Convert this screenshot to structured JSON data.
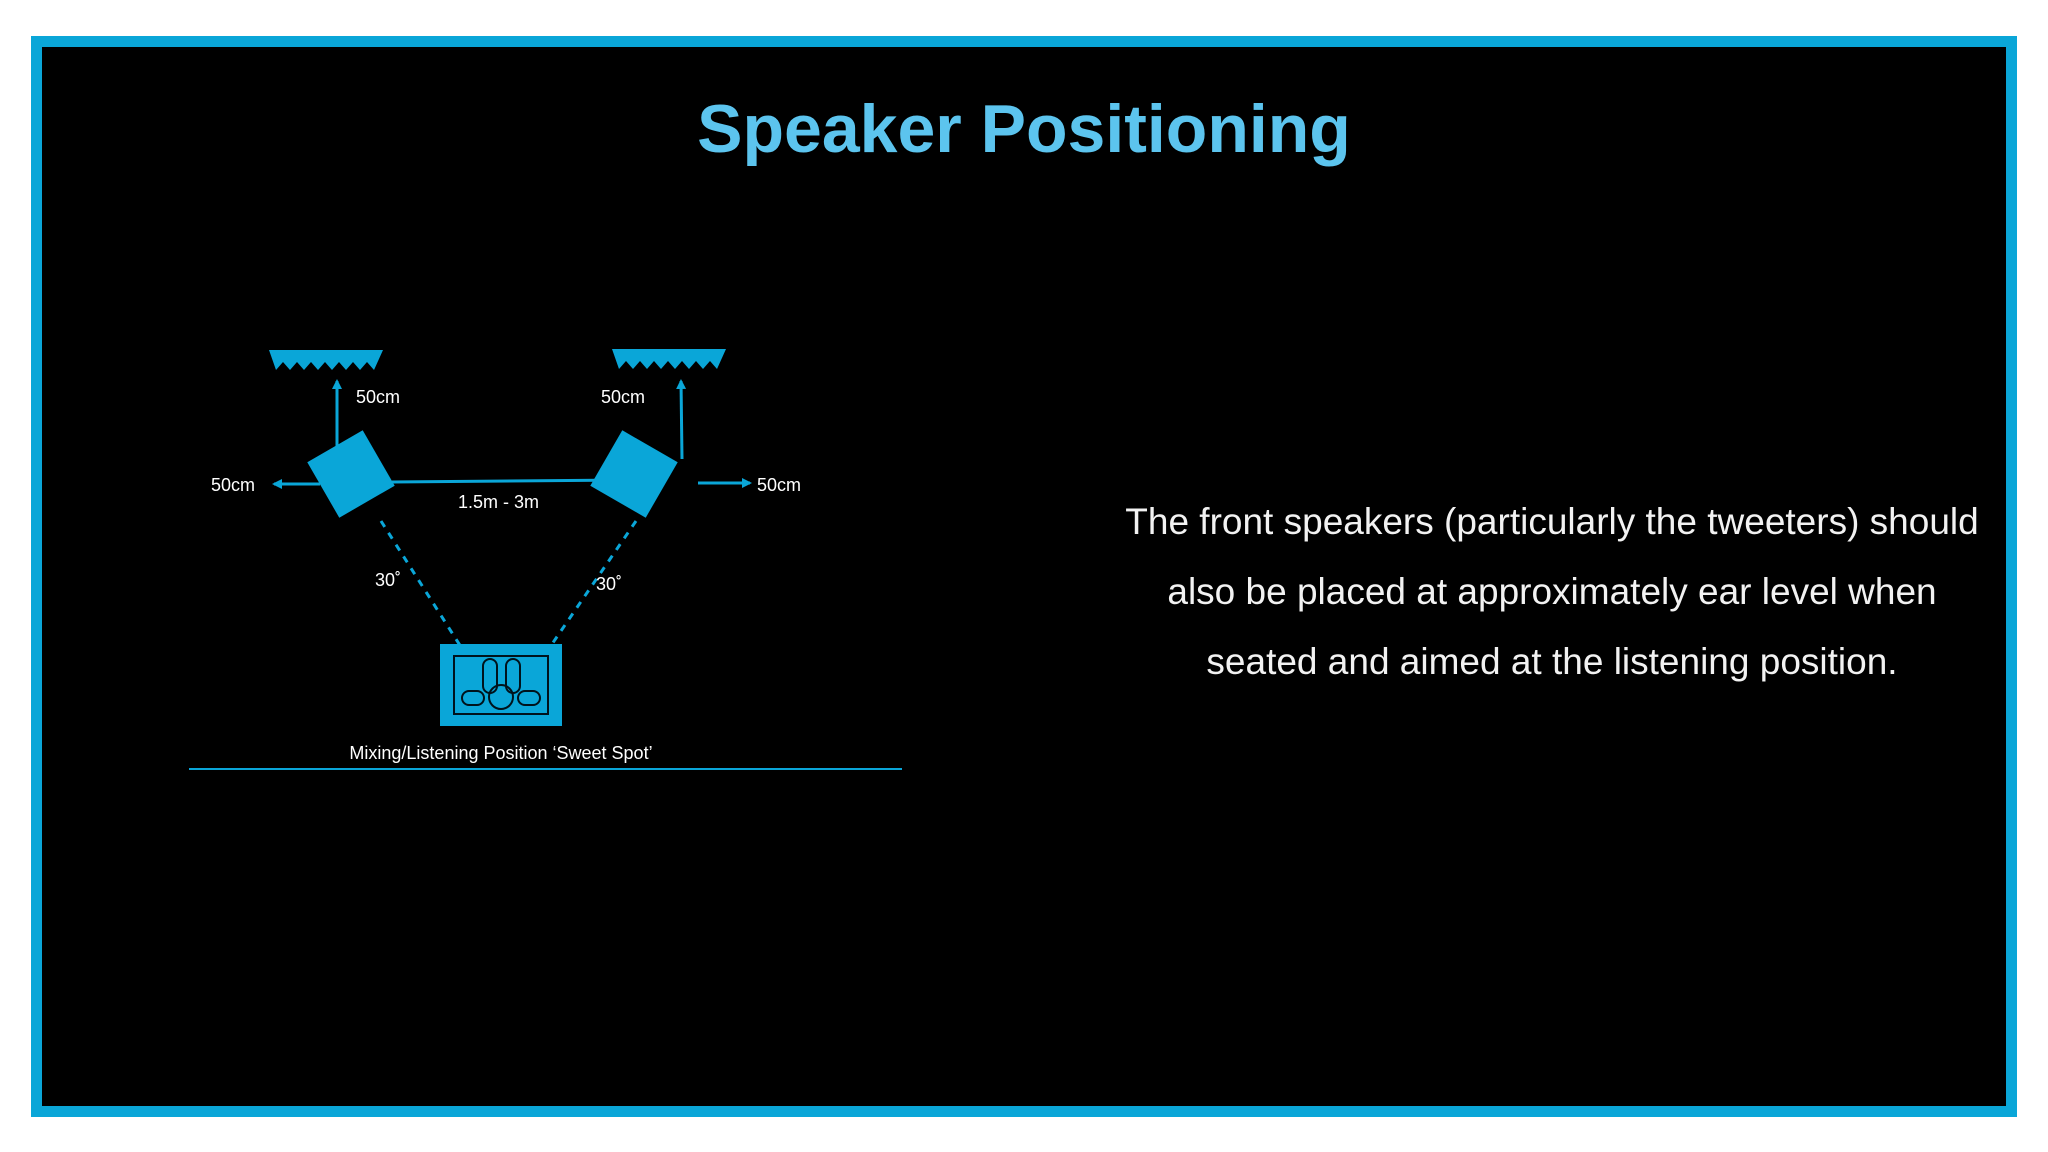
{
  "slide": {
    "title": "Speaker Positioning",
    "body_lines": [
      "The front speakers (particularly the tweeters) should",
      "also be placed at approximately ear level when",
      "seated and aimed at the listening position."
    ]
  },
  "diagram": {
    "left_speaker_wall_distance": "50cm",
    "right_speaker_wall_distance": "50cm",
    "left_speaker_side_distance": "50cm",
    "right_speaker_side_distance": "50cm",
    "speaker_spacing": "1.5m - 3m",
    "left_angle": "30˚",
    "right_angle": "30˚",
    "listening_position_label": "Mixing/Listening Position ‘Sweet Spot’"
  },
  "colors": {
    "frame": "#0aa6d8",
    "title": "#5cc4ee",
    "diagram_blue": "#0aa6d8",
    "background": "#000000",
    "text": "#f2f2f2"
  }
}
